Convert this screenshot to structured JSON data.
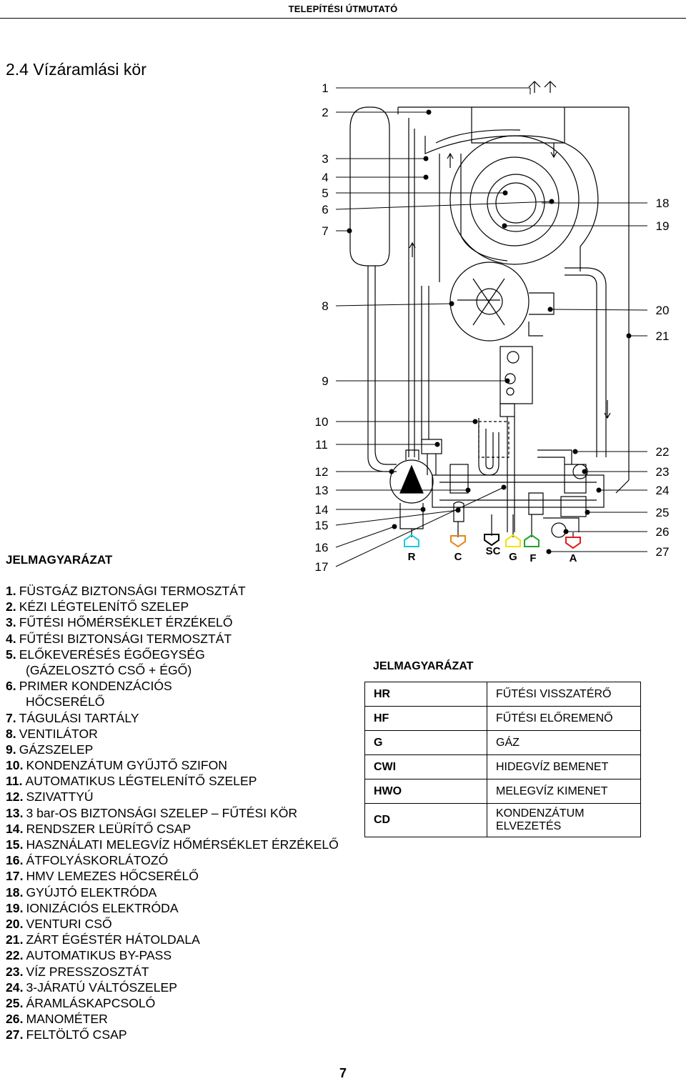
{
  "header": {
    "title": "TELEPÍTÉSI ÚTMUTATÓ"
  },
  "section_title": "2.4 Vízáramlási kör",
  "diagram": {
    "left_numbers": [
      "1",
      "2",
      "3",
      "4",
      "5",
      "6",
      "7",
      "8",
      "9",
      "10",
      "11",
      "12",
      "13",
      "14",
      "15",
      "16",
      "17"
    ],
    "right_numbers": [
      "18",
      "19",
      "20",
      "21",
      "22",
      "23",
      "24",
      "25",
      "26",
      "27"
    ],
    "connections": [
      "R",
      "C",
      "SC",
      "G",
      "F",
      "A"
    ],
    "colors": {
      "R": "#19c9e6",
      "C": "#e8841a",
      "SC": "#000000",
      "G": "#f2e200",
      "F": "#1fa32b",
      "A": "#e21b1b"
    }
  },
  "legend": {
    "heading": "JELMAGYARÁZAT",
    "items": [
      {
        "num": "1.",
        "text": "FÜSTGÁZ BIZTONSÁGI TERMOSZTÁT"
      },
      {
        "num": "2.",
        "text": "KÉZI LÉGTELENÍTŐ SZELEP"
      },
      {
        "num": "3.",
        "text": "FŰTÉSI HŐMÉRSÉKLET ÉRZÉKELŐ"
      },
      {
        "num": "4.",
        "text": "FŰTÉSI BIZTONSÁGI TERMOSZTÁT"
      },
      {
        "num": "5.",
        "text": "ELŐKEVERÉSÉS ÉGŐEGYSÉG",
        "text2": "(GÁZELOSZTÓ CSŐ + ÉGŐ)"
      },
      {
        "num": "6.",
        "text": "PRIMER KONDENZÁCIÓS",
        "text2": "HŐCSERÉLŐ"
      },
      {
        "num": "7.",
        "text": "TÁGULÁSI TARTÁLY"
      },
      {
        "num": "8.",
        "text": "VENTILÁTOR"
      },
      {
        "num": "9.",
        "text": "GÁZSZELEP"
      },
      {
        "num": "10.",
        "text": "KONDENZÁTUM GYŰJTŐ SZIFON"
      },
      {
        "num": "11.",
        "text": "AUTOMATIKUS LÉGTELENÍTŐ SZELEP"
      },
      {
        "num": "12.",
        "text": "SZIVATTYÚ"
      },
      {
        "num": "13.",
        "text": "3 bar-OS BIZTONSÁGI SZELEP – FŰTÉSI KÖR"
      },
      {
        "num": "14.",
        "text": "RENDSZER LEÜRÍTŐ CSAP"
      },
      {
        "num": "15.",
        "text": "HASZNÁLATI MELEGVÍZ HŐMÉRSÉKLET ÉRZÉKELŐ"
      },
      {
        "num": "16.",
        "text": "ÁTFOLYÁSKORLÁTOZÓ"
      },
      {
        "num": "17.",
        "text": "HMV LEMEZES HŐCSERÉLŐ"
      },
      {
        "num": "18.",
        "text": "GYÚJTÓ ELEKTRÓDA"
      },
      {
        "num": "19.",
        "text": "IONIZÁCIÓS ELEKTRÓDA"
      },
      {
        "num": "20.",
        "text": "VENTURI CSŐ"
      },
      {
        "num": "21.",
        "text": "ZÁRT ÉGÉSTÉR HÁTOLDALA"
      },
      {
        "num": "22.",
        "text": "AUTOMATIKUS BY-PASS"
      },
      {
        "num": "23.",
        "text": "VÍZ PRESSZOSZTÁT"
      },
      {
        "num": "24.",
        "text": "3-JÁRATÚ VÁLTÓSZELEP"
      },
      {
        "num": "25.",
        "text": "ÁRAMLÁSKAPCSOLÓ"
      },
      {
        "num": "26.",
        "text": "MANOMÉTER"
      },
      {
        "num": "27.",
        "text": "FELTÖLTŐ CSAP"
      }
    ]
  },
  "connections_table": {
    "heading": "JELMAGYARÁZAT",
    "rows": [
      {
        "code": "HR",
        "desc": "FŰTÉSI VISSZATÉRŐ"
      },
      {
        "code": "HF",
        "desc": "FŰTÉSI ELŐREMENŐ"
      },
      {
        "code": "G",
        "desc": "GÁZ"
      },
      {
        "code": "CWI",
        "desc": "HIDEGVÍZ BEMENET"
      },
      {
        "code": "HWO",
        "desc": "MELEGVÍZ KIMENET"
      },
      {
        "code": "CD",
        "desc": "KONDENZÁTUM",
        "desc2": "ELVEZETÉS"
      }
    ]
  },
  "page_number": "7"
}
